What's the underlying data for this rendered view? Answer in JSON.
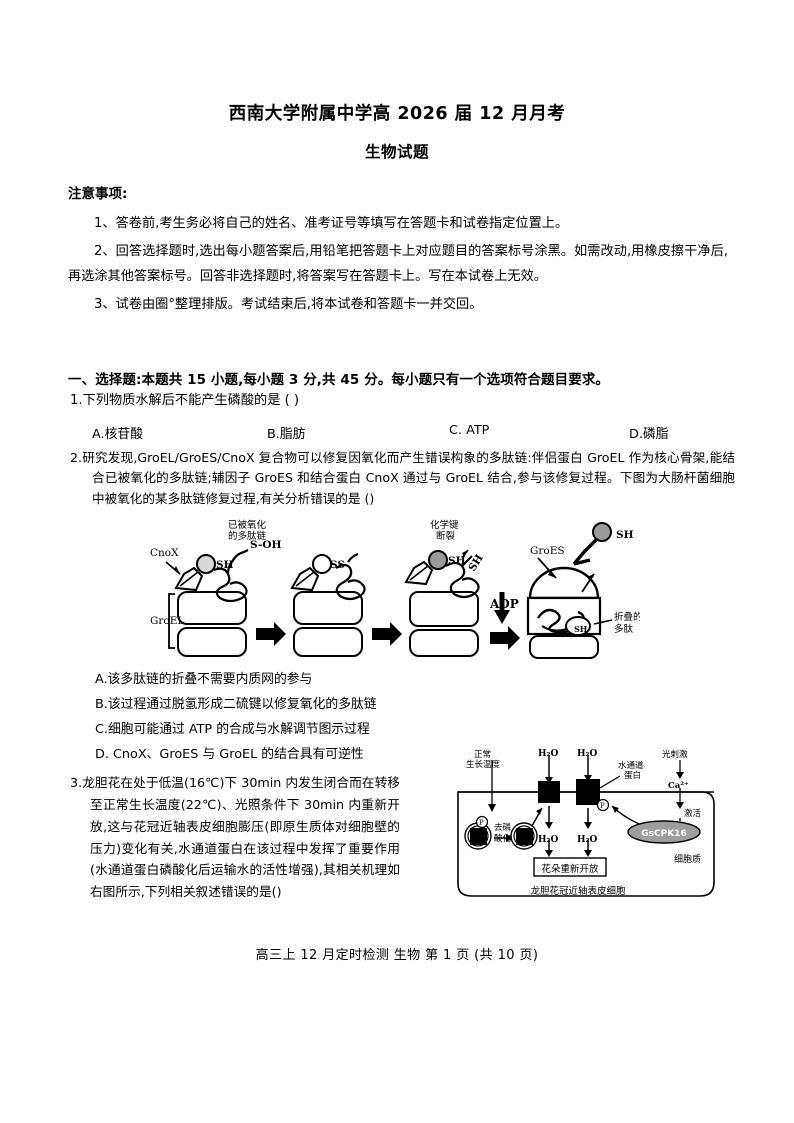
{
  "document": {
    "title": "西南大学附属中学高 2026 届 12 月月考",
    "subtitle": "生物试题",
    "footer": "高三上 12 月定时检测 生物 第 1 页 (共 10 页)"
  },
  "notice": {
    "heading": "注意事项:",
    "items": [
      "1、答卷前,考生务必将自己的姓名、准考证号等填写在答题卡和试卷指定位置上。",
      "2、回答选择题时,选出每小题答案后,用铅笔把答题卡上对应题目的答案标号涂黑。如需改动,用橡皮擦干净后,再选涂其他答案标号。回答非选择题时,将答案写在答题卡上。写在本试卷上无效。",
      "3、试卷由圈°整理排版。考试结束后,将本试卷和答题卡一并交回。"
    ]
  },
  "section": {
    "heading": "一、选择题:本题共 15 小题,每小题 3 分,共 45 分。每小题只有一个选项符合题目要求。"
  },
  "questions": [
    {
      "number": "1.",
      "stem": "1.下列物质水解后不能产生磷酸的是 ( )",
      "options": [
        "A.核苷酸",
        "B.脂肪",
        "C. ATP",
        "D.磷脂"
      ]
    },
    {
      "number": "2.",
      "stem": "2.研究发现,GroEL/GroES/CnoX 复合物可以修复因氧化而产生错误构象的多肽链:伴侣蛋白 GroEL 作为核心骨架,能结合已被氧化的多肽链;辅因子 GroES 和结合蛋白 CnoX 通过与 GroEL 结合,参与该修复过程。下图为大肠杆菌细胞中被氧化的某多肽链修复过程,有关分析错误的是 ()",
      "options": [
        "A.该多肽链的折叠不需要内质网的参与",
        "B.该过程通过脱氢形成二硫键以修复氧化的多肽链",
        "C.细胞可能通过 ATP 的合成与水解调节图示过程",
        "D. CnoX、GroES 与 GroEL 的结合具有可逆性"
      ]
    },
    {
      "number": "3.",
      "stem": "3.龙胆花在处于低温(16℃)下 30min 内发生闭合而在转移至正常生长温度(22℃)、光照条件下 30min 内重新开放,这与花冠近轴表皮细胞膨压(即原生质体对细胞壁的压力)变化有关,水通道蛋白在该过程中发挥了重要作用(水通道蛋白磷酸化后运输水的活性增强),其相关机理如右图所示,下列相关叙述错误的是()"
    }
  ],
  "figure_groel": {
    "labels": {
      "cnox": "CnoX",
      "groel": "GroEL",
      "groes": "GroES",
      "oxidized_chain": "已被氧化",
      "oxidized_chain2": "的多肽链",
      "s_oh": "S-OH",
      "sh": "SH",
      "ss": "SS",
      "bond_break": "化学键",
      "bond_break2": "断裂",
      "adp": "ADP",
      "folded": "折叠的",
      "folded2": "多肽"
    }
  },
  "figure_cell": {
    "labels": {
      "normal_temp": "正常",
      "normal_temp2": "生长温度",
      "h2o": "H₂O",
      "aquaporin": "水通道",
      "aquaporin2": "蛋白",
      "light_stim": "光刺激",
      "calcium": "Ca²⁺",
      "activate": "激活",
      "kinase": "GsCPK16",
      "dephos": "去磷",
      "dephos2": "酸化",
      "phosphate": "P",
      "flower_reopen": "花朵重新开放",
      "cytoplasm": "细胞质",
      "caption": "龙胆花冠近轴表皮细胞"
    }
  }
}
